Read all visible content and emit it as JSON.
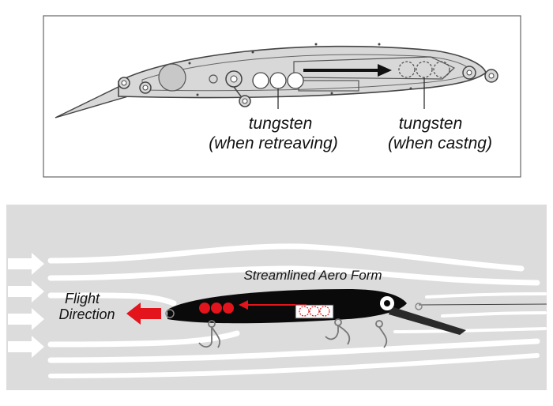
{
  "top_panel": {
    "label_left_line1": "tungsten",
    "label_left_line2": "(when retreaving)",
    "label_right_line1": "tungsten",
    "label_right_line2": "(when castng)"
  },
  "bottom_panel": {
    "title": "Streamlined Aero Form",
    "direction_line1": "Flight",
    "direction_line2": "Direction"
  },
  "colors": {
    "panel_bg": "#dcdcdc",
    "lure_body": "#0a0a0a",
    "accent_red": "#e3141c",
    "lure_outline": "#555555"
  }
}
